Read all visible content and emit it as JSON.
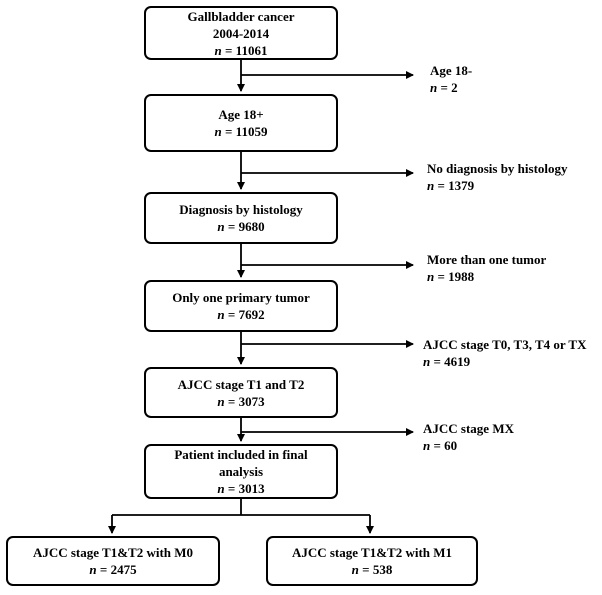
{
  "main_boxes": [
    {
      "lines": [
        "Gallbladder cancer",
        "2004-2014"
      ],
      "n": "11061"
    },
    {
      "lines": [
        "Age 18+"
      ],
      "n": "11059"
    },
    {
      "lines": [
        "Diagnosis by histology"
      ],
      "n": "9680"
    },
    {
      "lines": [
        "Only one primary tumor"
      ],
      "n": "7692"
    },
    {
      "lines": [
        "AJCC stage T1 and T2"
      ],
      "n": "3073"
    },
    {
      "lines": [
        "Patient included in final",
        "analysis"
      ],
      "n": "3013"
    }
  ],
  "exclusions": [
    {
      "label": "Age 18-",
      "n": "2"
    },
    {
      "label": "No diagnosis by histology",
      "n": "1379"
    },
    {
      "label": "More than one tumor",
      "n": "1988"
    },
    {
      "label": "AJCC stage T0, T3, T4 or TX",
      "n": "4619"
    },
    {
      "label": "AJCC stage MX",
      "n": "60"
    }
  ],
  "outcomes": [
    {
      "label": "AJCC stage T1&T2 with M0",
      "n": "2475"
    },
    {
      "label": "AJCC stage T1&T2 with M1",
      "n": "538"
    }
  ],
  "n_symbol": "n",
  "n_sep": " = "
}
